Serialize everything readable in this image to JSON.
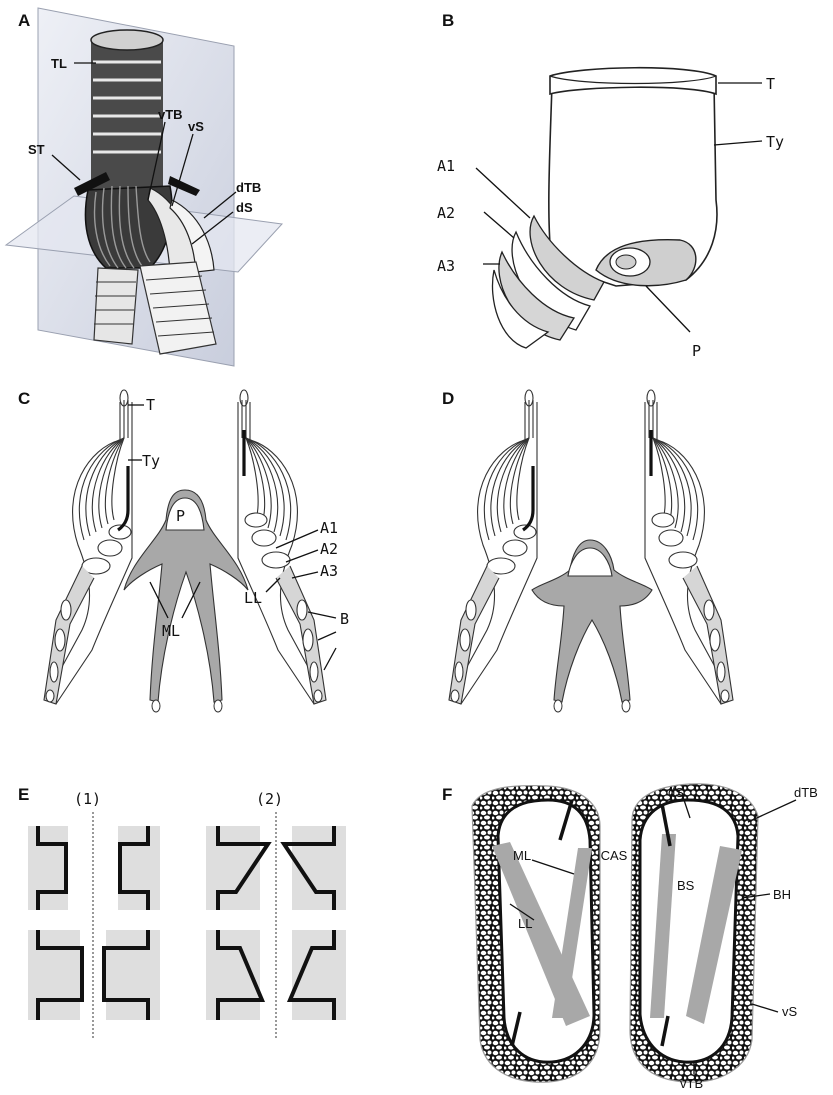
{
  "panels": {
    "a": {
      "letter": "A",
      "labels": {
        "TL": "TL",
        "ST": "ST",
        "vTB": "vTB",
        "vS": "vS",
        "dTB": "dTB",
        "dS": "dS"
      }
    },
    "b": {
      "letter": "B",
      "labels": {
        "T": "T",
        "Ty": "Ty",
        "A1": "A1",
        "A2": "A2",
        "A3": "A3",
        "P": "P"
      }
    },
    "c": {
      "letter": "C",
      "labels": {
        "T": "T",
        "Ty": "Ty",
        "A1": "A1",
        "A2": "A2",
        "A3": "A3",
        "P": "P",
        "LL": "LL",
        "ML": "ML",
        "B": "B"
      }
    },
    "d": {
      "letter": "D"
    },
    "e": {
      "letter": "E",
      "sub1": "(1)",
      "sub2": "(2)"
    },
    "f": {
      "letter": "F",
      "labels": {
        "dS": "dS",
        "dTB": "dTB",
        "ML": "ML",
        "ICAS": "ICAS",
        "BS": "BS",
        "BH": "BH",
        "LL": "LL",
        "vS": "vS",
        "vTB": "vTB"
      }
    }
  },
  "colors": {
    "ink": "#111111",
    "fill_gray": "#a8a8a8",
    "light_gray": "#d9d9d9",
    "plane": "#cfd3e0"
  }
}
